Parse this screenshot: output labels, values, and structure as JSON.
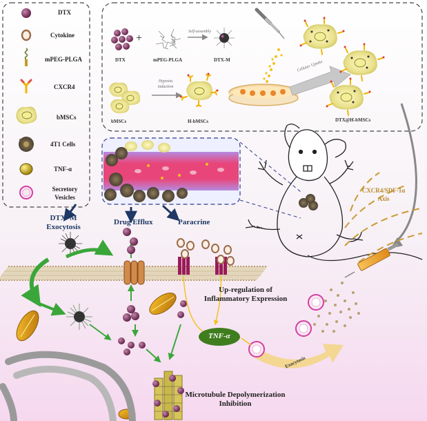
{
  "legend": {
    "items": [
      {
        "label": "DTX"
      },
      {
        "label": "Cytokine"
      },
      {
        "label": "mPEG-PLGA"
      },
      {
        "label": "CXCR4"
      },
      {
        "label": "bMSCs"
      },
      {
        "label": "4T1 Cells"
      },
      {
        "label": "TNF-α"
      },
      {
        "label": "Secretory Vesicles"
      }
    ]
  },
  "prep": {
    "dtx": "DTX",
    "plus": "+",
    "mpeg": "mPEG-PLGA",
    "self_assembly": "Self-assembly",
    "dtxm": "DTX-M",
    "bmscs": "bMSCs",
    "hypoxia": "Hypoxia induction",
    "hbmscs": "H-bMSCs",
    "uptake": "Cellular Uptake",
    "final": "DTX@H-bMSCs"
  },
  "mechanism": {
    "exocytosis_left": "DTX–M Exocytosis",
    "efflux": "Drug Efflux",
    "paracrine": "Paracrine",
    "axis": "CXCR4/SDF-1α Axis",
    "upreg": "Up-regulation of Inflammatory Expression",
    "tnf": "TNF-α",
    "exocytosis_right": "Exocytosis",
    "microtubule": "Microtubule Depolymerization Inhibition"
  },
  "colors": {
    "dtx": "#7a2b5a",
    "cxcr4": "#f2b400",
    "membrane": "#c9ad7e",
    "arrow_green": "#3aa63a",
    "arrow_yellow": "#f2c21e",
    "arrow_navy": "#1f3864",
    "tnf_green": "#3f7d1e",
    "vessel_pink": "#e8467a",
    "vessel_purple": "#9a5ad0"
  }
}
